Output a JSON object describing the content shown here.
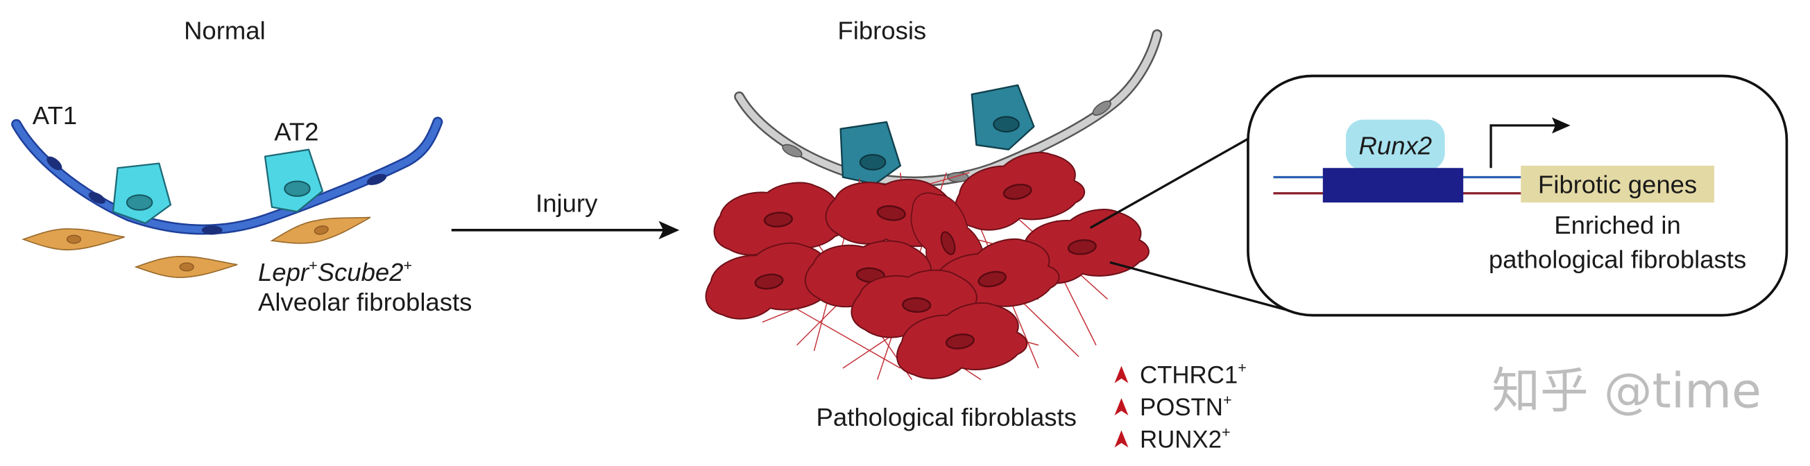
{
  "normal": {
    "title": "Normal",
    "at1": "AT1",
    "at2": "AT2",
    "fibroblast_gene1": "Lepr",
    "fibroblast_gene2": "Scube2",
    "fibroblast_sup": "+",
    "fibroblast_label": "Alveolar fibroblasts"
  },
  "arrow": {
    "label": "Injury"
  },
  "fibrosis": {
    "title": "Fibrosis",
    "pathological_label": "Pathological fibroblasts",
    "markers": [
      {
        "name": "CTHRC1",
        "sup": "+"
      },
      {
        "name": "POSTN",
        "sup": "+"
      },
      {
        "name": "RUNX2",
        "sup": "+"
      }
    ]
  },
  "inset": {
    "tf": "Runx2",
    "target": "Fibrotic genes",
    "note_line1": "Enriched in",
    "note_line2": "pathological fibroblasts"
  },
  "watermark": "知乎 @time",
  "colors": {
    "at1_blue": "#3f6fd1",
    "at2_cyan": "#4ed6e4",
    "normal_fibroblast": "#e0a24e",
    "fibrosis_at1_gray": "#cfcfcf",
    "fibrosis_at2_teal": "#2b8499",
    "pathological_red": "#b3202c",
    "runx2_bubble": "#a8e2ef",
    "gene_box": "#1c1f8a",
    "target_box": "#e3d9a4"
  }
}
